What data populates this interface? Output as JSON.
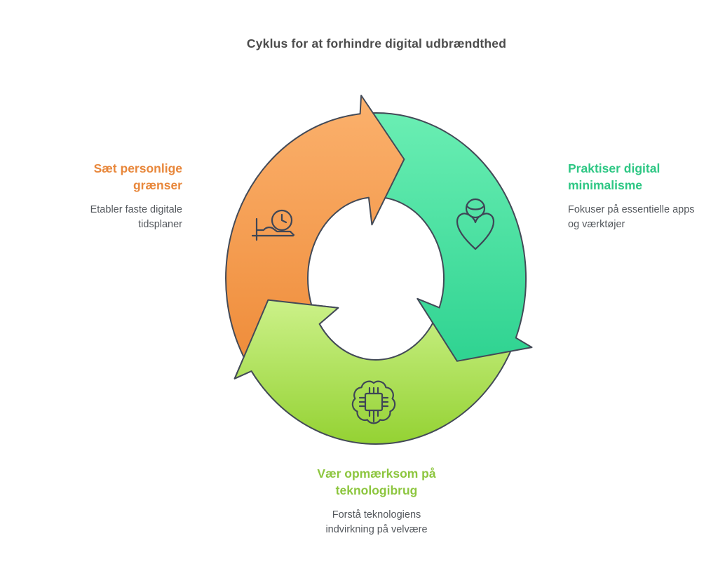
{
  "title": "Cyklus for at forhindre digital udbrændthed",
  "steps": [
    {
      "id": "personal-boundaries",
      "title": "Sæt personlige\ngrænser",
      "subtitle": "Etabler faste digitale\ntidsplaner",
      "accent_color": "#e8873b",
      "arrow_gradient": [
        "#fbb16d",
        "#ee8a37"
      ],
      "icon": "bed-clock-icon",
      "position": "left"
    },
    {
      "id": "digital-minimalism",
      "title": "Praktiser digital\nminimalisme",
      "subtitle": "Fokuser på essentielle apps\nog værktøjer",
      "accent_color": "#2ec784",
      "arrow_gradient": [
        "#6aeeb3",
        "#2fd391"
      ],
      "icon": "person-heart-icon",
      "position": "right"
    },
    {
      "id": "technology-awareness",
      "title": "Vær opmærksom på\nteknologibrug",
      "subtitle": "Forstå teknologiens\nindvirkning på velvære",
      "accent_color": "#8dc63f",
      "arrow_gradient": [
        "#ccf189",
        "#94d233"
      ],
      "icon": "brain-chip-icon",
      "position": "bottom"
    }
  ],
  "diagram": {
    "type": "cycle",
    "direction": "clockwise",
    "outline_color": "#434a57",
    "title_color": "#4c4c4c",
    "subtitle_color": "#54585d"
  }
}
